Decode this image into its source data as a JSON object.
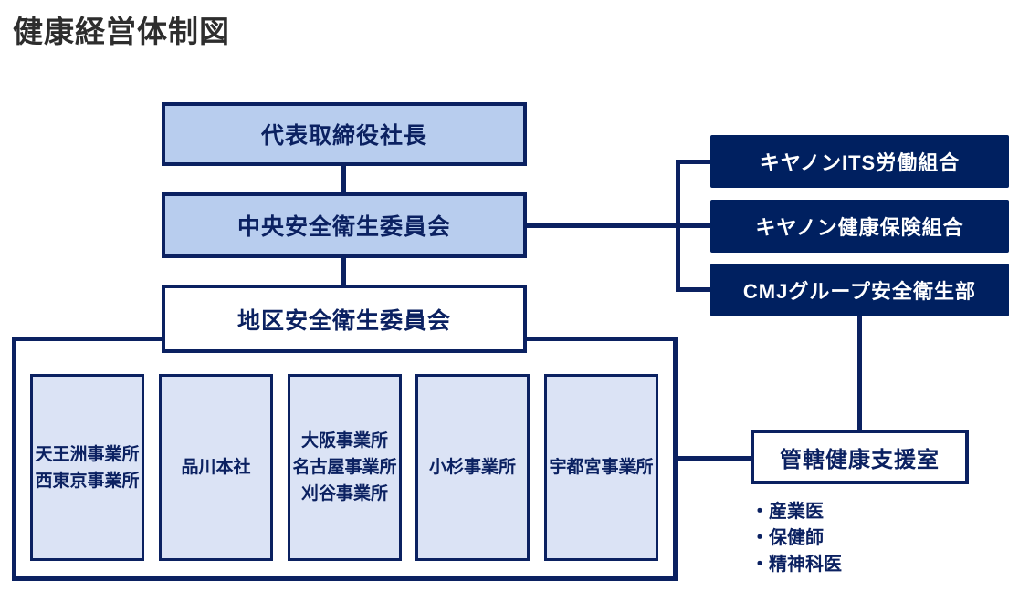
{
  "title": "健康経営体制図",
  "colors": {
    "navy": "#0b2161",
    "dark_fill": "#002060",
    "light_blue": "#b8cdee",
    "pale_blue": "#dbe3f5",
    "title_color": "#2d2d2d"
  },
  "org": {
    "president": "代表取締役社長",
    "central_committee": "中央安全衛生委員会",
    "district_committee": "地区安全衛生委員会",
    "sites": [
      {
        "lines": [
          "天王洲事業所",
          "西東京事業所"
        ]
      },
      {
        "lines": [
          "品川本社"
        ]
      },
      {
        "lines": [
          "大阪事業所",
          "名古屋事業所",
          "刈谷事業所"
        ]
      },
      {
        "lines": [
          "小杉事業所"
        ]
      },
      {
        "lines": [
          "宇都宮事業所"
        ]
      }
    ],
    "related_orgs": [
      "キヤノンITS労働組合",
      "キヤノン健康保険組合",
      "CMJグループ安全衛生部"
    ],
    "support_office": "管轄健康支援室",
    "support_staff": [
      "・産業医",
      "・保健師",
      "・精神科医"
    ]
  }
}
